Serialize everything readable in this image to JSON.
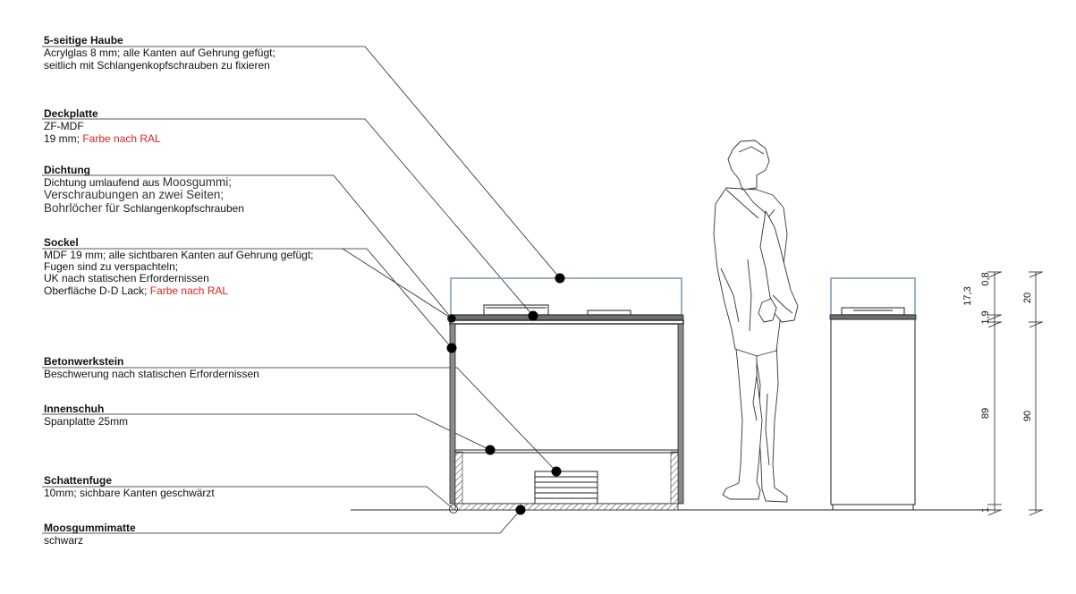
{
  "labels": [
    {
      "title": "5-seitige Haube",
      "lines": [
        [
          "Acrylglas 8 mm; alle Kanten auf Gehrung gefügt;"
        ],
        [
          "seitlich mit Schlangenkopfschrauben zu fixieren"
        ]
      ]
    },
    {
      "title": "Deckplatte",
      "lines": [
        [
          "ZF-MDF"
        ],
        [
          "19 mm; ",
          "Farbe nach RAL"
        ]
      ]
    },
    {
      "title": "Dichtung",
      "lines": [
        [
          "Dichtung umlaufend aus ",
          "Moosgummi;"
        ],
        [
          "Verschraubungen an zwei Seiten;"
        ],
        [
          "Bohrlöcher für ",
          "Schlangenkopfschrauben"
        ]
      ]
    },
    {
      "title": "Sockel",
      "lines": [
        [
          "MDF 19 mm; alle sichtbaren Kanten auf Gehrung gefügt;"
        ],
        [
          "Fugen sind zu verspachteln;"
        ],
        [
          "UK nach statischen Erfordernissen"
        ],
        [
          "Oberfläche D-D Lack; ",
          "Farbe nach RAL"
        ]
      ]
    },
    {
      "title": "Betonwerkstein",
      "lines": [
        [
          "Beschwerung nach statischen Erfordernissen"
        ]
      ]
    },
    {
      "title": "Innenschuh",
      "lines": [
        [
          "Spanplatte 25mm"
        ]
      ]
    },
    {
      "title": "Schattenfuge",
      "lines": [
        [
          "10mm; sichbare Kanten geschwärzt"
        ]
      ]
    },
    {
      "title": "Moosgummimatte",
      "lines": [
        [
          "schwarz"
        ]
      ]
    }
  ],
  "dimensions": {
    "left_chain": [
      "17,3",
      "0,8",
      "1,9",
      "89",
      "1"
    ],
    "right_chain": [
      "20",
      "90"
    ]
  },
  "colors": {
    "acrylic": "#7f9cb8",
    "highlight_red": "#e11f1f",
    "line": "#222222"
  }
}
